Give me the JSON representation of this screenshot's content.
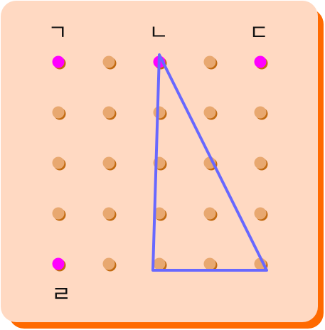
{
  "labels": {
    "a": "ㄱ",
    "b": "ㄴ",
    "c": "ㄷ",
    "d": "ㄹ"
  },
  "grid": {
    "rows": 5,
    "cols": 5,
    "highlighted_pegs": [
      {
        "row": 0,
        "col": 0
      },
      {
        "row": 0,
        "col": 2
      },
      {
        "row": 0,
        "col": 4
      },
      {
        "row": 4,
        "col": 0
      }
    ]
  },
  "shape": {
    "vertices": [
      {
        "row": 0,
        "col": 2
      },
      {
        "row": 4,
        "col": 2
      },
      {
        "row": 4,
        "col": 4
      }
    ]
  },
  "colors": {
    "board_fill": "#FFD9C2",
    "board_shadow": "#FF6A00",
    "peg": "#E8A870",
    "peg_shadow": "#C26A10",
    "highlight_peg": "#FF00FF",
    "shape_stroke": "#6868FF"
  }
}
